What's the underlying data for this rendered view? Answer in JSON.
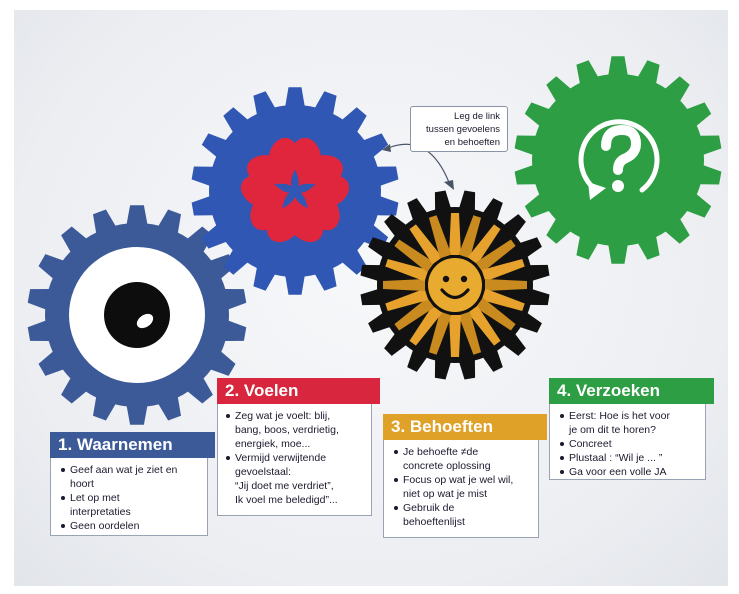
{
  "note": {
    "lines": [
      "Leg de link",
      "tussen gevoelens",
      "en behoeften"
    ]
  },
  "steps": [
    {
      "title": "1. Waarnemen",
      "color": "#3d5a98",
      "bullets": [
        "Geef aan wat je ziet en",
        "hoort",
        "Let op met",
        "interpretaties",
        "Geen oordelen"
      ]
    },
    {
      "title": "2. Voelen",
      "color": "#d7263d",
      "bullets": [
        "Zeg wat je voelt: blij,",
        "bang, boos, verdrietig,",
        "energiek, moe...",
        "Vermijd verwijtende",
        "gevoelstaal:",
        "“Jij doet me verdriet”,",
        "Ik voel me beledigd”..."
      ]
    },
    {
      "title": "3. Behoeften",
      "color": "#e0a128",
      "bullets": [
        "Je behoefte ≠de",
        "concrete oplossing",
        "Focus op wat je wel wil,",
        "niet op wat je mist",
        "Gebruik de",
        "behoeftenlijst"
      ]
    },
    {
      "title": "4. Verzoeken",
      "color": "#2e9e44",
      "bullets": [
        "Eerst: Hoe is het voor",
        "je om dit te horen?",
        "Concreet",
        "Plustaal : “Wil je ... ”",
        "Ga voor een volle JA"
      ]
    }
  ],
  "gears": [
    {
      "name": "eye",
      "color": "#3d5a98",
      "icon": "eye-icon"
    },
    {
      "name": "hearts",
      "color": "#2f57b3",
      "icon": "heart-icon"
    },
    {
      "name": "sun",
      "color": "#111111",
      "icon": "smiley-sun-icon"
    },
    {
      "name": "question",
      "color": "#2e9e44",
      "icon": "question-mark-icon"
    }
  ]
}
